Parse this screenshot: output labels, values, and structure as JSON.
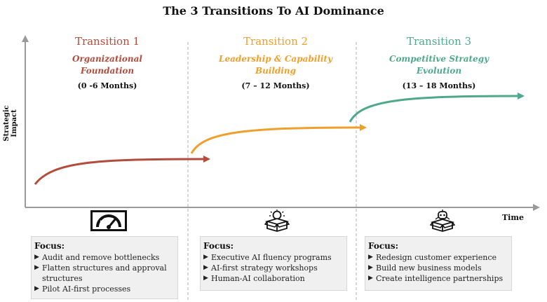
{
  "title": "The 3 Transitions To AI Dominance",
  "axes": {
    "y_label": "Strategic Impact",
    "x_label": "Time"
  },
  "colors": {
    "t1": "#b34c3c",
    "t2": "#ef9f2c",
    "t3": "#4ea98a",
    "divider": "#b0b0b0",
    "axis": "#9a9a9a"
  },
  "transitions": [
    {
      "heading": "Transition 1",
      "subtitle_line1": "Organizational",
      "subtitle_line2": "Foundation",
      "duration": "(0 -6 Months)",
      "icon": "speedometer-icon",
      "focus_title": "Focus:",
      "focus_items": [
        "Audit and remove bottlenecks",
        "Flatten structures and approval structures",
        "Pilot AI-first processes"
      ]
    },
    {
      "heading": "Transition 2",
      "subtitle_line1": "Leadership & Capability",
      "subtitle_line2": "Building",
      "duration": "(7 – 12 Months)",
      "icon": "lightbulb-box-icon",
      "focus_title": "Focus:",
      "focus_items": [
        "Executive AI fluency programs",
        "AI-first strategy workshops",
        "Human-AI collaboration"
      ]
    },
    {
      "heading": "Transition 3",
      "subtitle_line1": "Competitive Strategy",
      "subtitle_line2": "Evolution",
      "duration": "(13 – 18 Months)",
      "icon": "robot-box-icon",
      "focus_title": "Focus:",
      "focus_items": [
        "Redesign customer experience",
        "Build new business models",
        "Create intelligence partnerships"
      ]
    }
  ]
}
